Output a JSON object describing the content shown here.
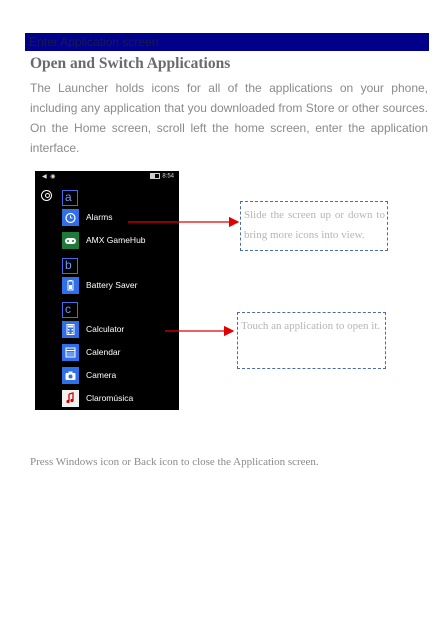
{
  "header_label": "Enter Application screen",
  "section_title": "Open and Switch Applications",
  "intro_text": "The Launcher holds icons for all of the applications on your phone, including any application that you downloaded from Store or other sources. On the Home screen, scroll left the home screen, enter the application interface.",
  "phone": {
    "status_left": "◀ ◉",
    "status_time": "8:54",
    "letters": [
      "a",
      "b",
      "c"
    ],
    "apps": [
      {
        "label": "Alarms",
        "icon": "alarm-clock-icon",
        "color": "#2f6fe8",
        "glyph": "⏰"
      },
      {
        "label": "AMX GameHub",
        "icon": "gamepad-icon",
        "color": "#1f7a3a",
        "glyph": "🎮"
      },
      {
        "label": "Battery Saver",
        "icon": "battery-icon",
        "color": "#2f6fe8",
        "glyph": "▮"
      },
      {
        "label": "Calculator",
        "icon": "calculator-icon",
        "color": "#2f6fe8",
        "glyph": "▦"
      },
      {
        "label": "Calendar",
        "icon": "calendar-icon",
        "color": "#2f6fe8",
        "glyph": "▤"
      },
      {
        "label": "Camera",
        "icon": "camera-icon",
        "color": "#2f6fe8",
        "glyph": "◉"
      },
      {
        "label": "Claromúsica",
        "icon": "music-icon",
        "color": "#f0f0f0",
        "glyph": "♫"
      }
    ]
  },
  "callouts": {
    "scroll_text": "Slide the screen up or down to bring more icons into view.",
    "touch_text": "Touch an application to open it."
  },
  "footer_text": "Press Windows icon or Back icon to close the Application screen.",
  "colors": {
    "header_bar": "#00008b",
    "arrow": "#e00000",
    "callout_border": "#4a6da8"
  }
}
